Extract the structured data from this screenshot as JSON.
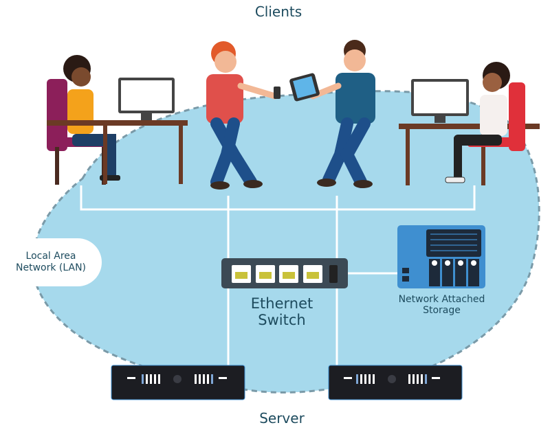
{
  "labels": {
    "clients": "Clients",
    "lan_line1": "Local Area",
    "lan_line2": "Network (LAN)",
    "switch_line1": "Ethernet",
    "switch_line2": "Switch",
    "nas_line1": "Network Attached",
    "nas_line2": "Storage",
    "server": "Server"
  },
  "colors": {
    "lan_fill": "#a6d9ec",
    "lan_border": "#7a9aa8",
    "text": "#1d4b5e",
    "switch": "#3c4a55",
    "port_led": "#c9c23a",
    "nas": "#3f8fd0",
    "server": "#1c1d22"
  }
}
